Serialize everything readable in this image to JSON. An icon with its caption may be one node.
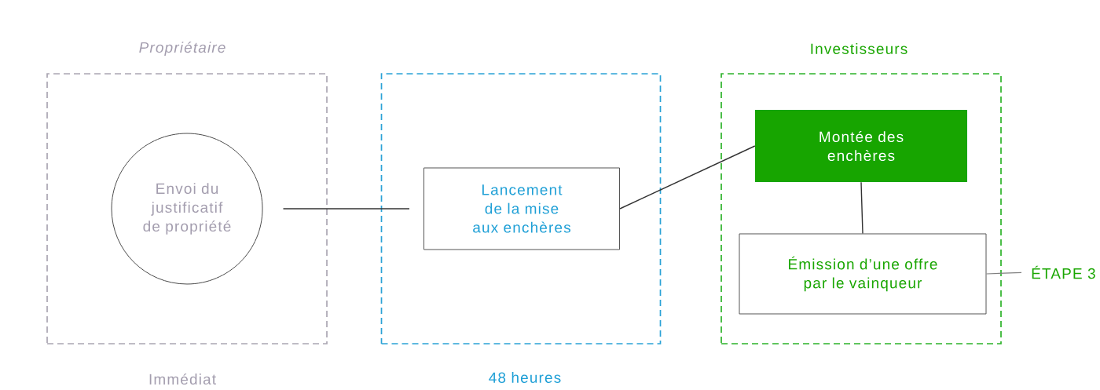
{
  "diagram": {
    "nodes": [
      {
        "text": [
          "Propriétaire"
        ],
        "beside": [
          "Immédiat"
        ]
      },
      {
        "text": [
          "Envoi du justificatif de propriété"
        ],
        "in": 0
      },
      {
        "text": [],
        "shape": "box",
        "beside": [
          "48 heures"
        ]
      },
      {
        "text": [
          "Lancement de la mise aux enchères"
        ],
        "in": 2
      },
      {
        "text": [
          "Investisseurs"
        ]
      },
      {
        "text": [
          "Montée des enchères"
        ],
        "in": 4
      },
      {
        "text": [
          "Émission d’une offre par le vainqueur"
        ],
        "in": 4
      },
      {
        "text": [
          "ÉTAPE 3"
        ]
      }
    ],
    "edges": [
      {
        "from": 1,
        "to": 3,
        "arrow": "none"
      },
      {
        "from": 3,
        "to": 5,
        "arrow": "none"
      },
      {
        "from": 5,
        "to": 6,
        "arrow": "none"
      },
      {
        "from": 7,
        "to": 6,
        "arrow": "none",
        "color": "#7f7f7f"
      }
    ]
  }
}
